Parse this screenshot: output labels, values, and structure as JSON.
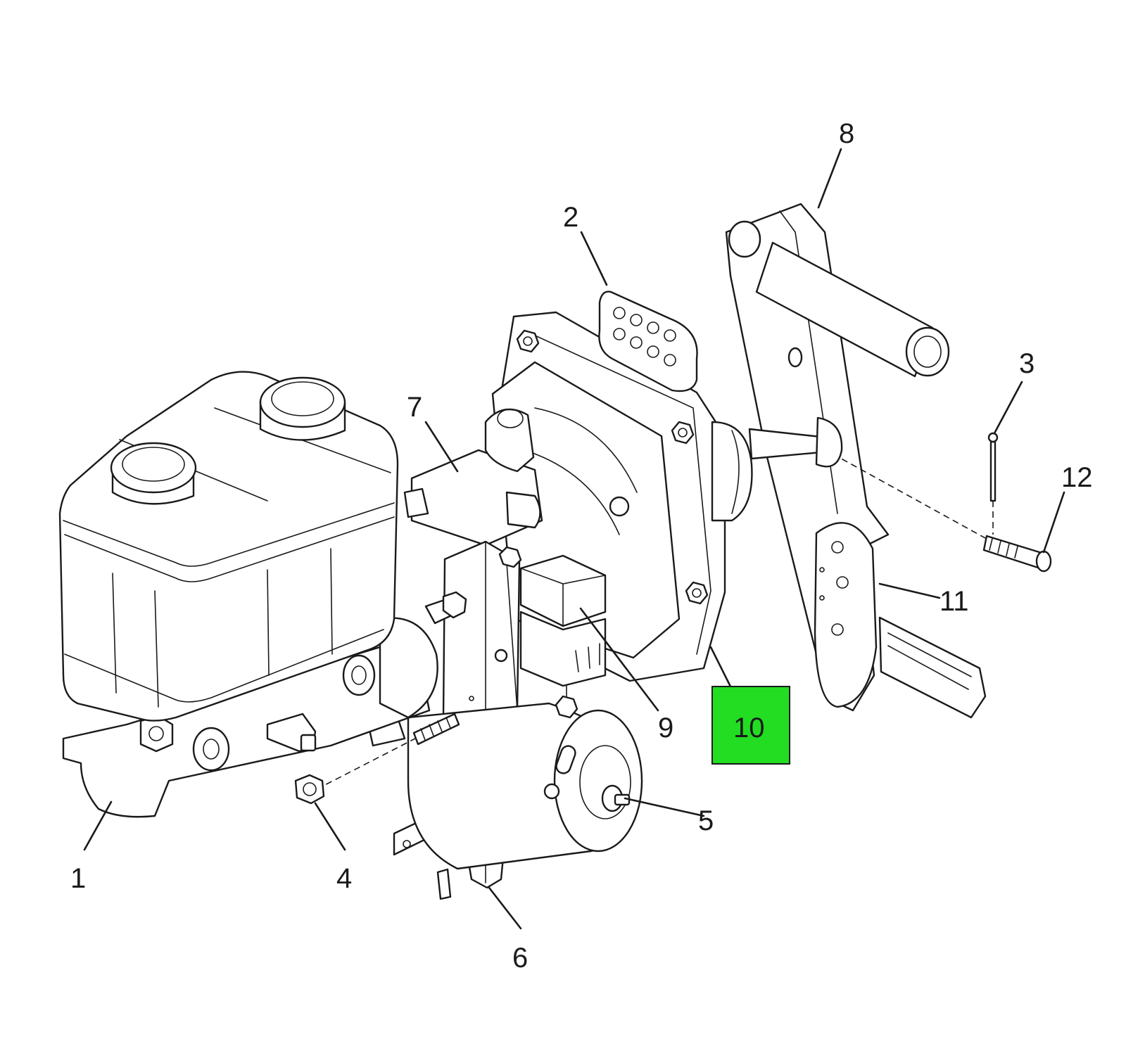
{
  "highlight_color": "#22dd22",
  "callouts": {
    "c1": "1",
    "c2": "2",
    "c3": "3",
    "c4": "4",
    "c5": "5",
    "c6": "6",
    "c7": "7",
    "c8": "8",
    "c9": "9",
    "c10": "10",
    "c11": "11",
    "c12": "12"
  }
}
